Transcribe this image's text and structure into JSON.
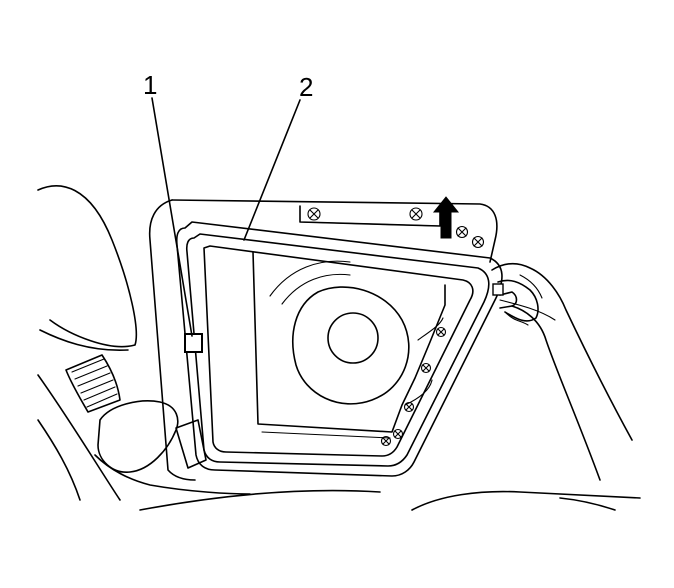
{
  "callouts": [
    {
      "id": "1",
      "label": "1"
    },
    {
      "id": "2",
      "label": "2"
    }
  ],
  "colors": {
    "line": "#000000",
    "background": "#ffffff"
  },
  "icons": [
    "screw-icon",
    "arrow-up-icon"
  ]
}
